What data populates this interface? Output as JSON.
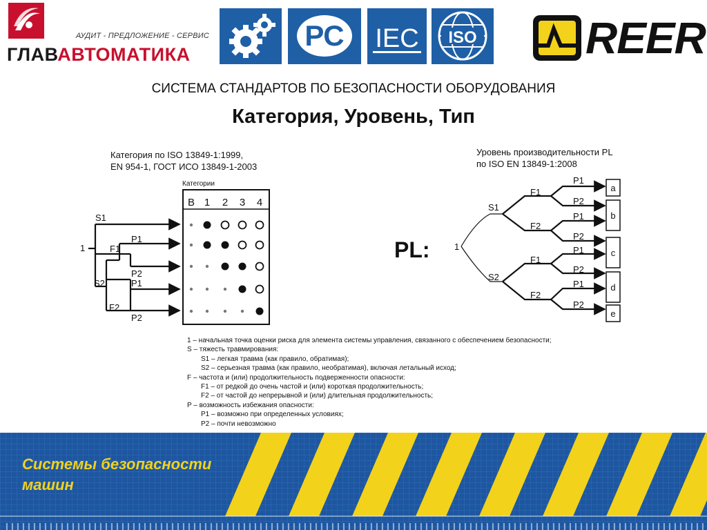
{
  "header": {
    "brand_tagline": "АУДИТ - ПРЕДЛОЖЕНИЕ - СЕРВИС",
    "brand_name_part1": "ГЛАВ",
    "brand_name_part2": "АВТОМАТИКА",
    "brand_red": "#c8102e",
    "logos": [
      {
        "name": "gears-logo"
      },
      {
        "name": "rst-logo",
        "text": "РС"
      },
      {
        "name": "iec-logo",
        "text": "IEC"
      },
      {
        "name": "iso-logo",
        "text": "ISO"
      }
    ],
    "partner_name": "REER",
    "partner_yellow": "#f2d21b"
  },
  "title_small": "СИСТЕМА СТАНДАРТОВ ПО БЕЗОПАСНОСТИ ОБОРУДОВАНИЯ",
  "title_big": "Категория, Уровень, Тип",
  "left_diagram": {
    "caption_line1": "Категория по ISO 13849-1:1999,",
    "caption_line2": "EN 954-1, ГОСТ ИСО 13849-1-2003",
    "table_title": "Категории",
    "categories": [
      "B",
      "1",
      "2",
      "3",
      "4"
    ],
    "start_label": "1",
    "s1": "S1",
    "s2": "S2",
    "f1": "F1",
    "f2": "F2",
    "p1": "P1",
    "p2": "P2",
    "rows": [
      [
        "small",
        "filled",
        "open",
        "open",
        "open"
      ],
      [
        "small",
        "filled",
        "filled",
        "open",
        "open"
      ],
      [
        "small",
        "small",
        "filled",
        "filled",
        "open"
      ],
      [
        "small",
        "small",
        "small",
        "filled",
        "open"
      ],
      [
        "small",
        "small",
        "small",
        "small",
        "filled"
      ]
    ]
  },
  "right_diagram": {
    "caption_line1": "Уровень производительности PL",
    "caption_line2": "по ISO EN 13849-1:2008",
    "pl_label": "PL:",
    "start_label": "1",
    "s1": "S1",
    "s2": "S2",
    "f1": "F1",
    "f2": "F2",
    "p1": "P1",
    "p2": "P2",
    "levels": [
      "a",
      "b",
      "c",
      "d",
      "e"
    ]
  },
  "legend": [
    {
      "text": "1 – начальная точка оценки риска для элемента системы управления, связанного с обеспечением безопасности;",
      "indent": false
    },
    {
      "text": "S – тяжесть травмирования:",
      "indent": false
    },
    {
      "text": "S1 – легкая травма (как правило, обратимая);",
      "indent": true
    },
    {
      "text": "S2 – серьезная травма (как правило, необратимая), включая летальный исход;",
      "indent": true
    },
    {
      "text": "F – частота и (или) продолжительность подверженности опасности:",
      "indent": false
    },
    {
      "text": "F1 – от редкой до очень частой и (или) короткая продолжительность;",
      "indent": true
    },
    {
      "text": "F2 – от частой до непрерывной и (или) длительная продолжительность;",
      "indent": true
    },
    {
      "text": "P – возможность избежания опасности:",
      "indent": false
    },
    {
      "text": "P1 – возможно при определенных условиях;",
      "indent": true
    },
    {
      "text": "P2 – почти невозможно",
      "indent": true
    }
  ],
  "footer": {
    "line1": "Системы безопасности",
    "line2": "машин",
    "blue": "#1e56a0",
    "stripe_yellow": "#f2d21b"
  }
}
